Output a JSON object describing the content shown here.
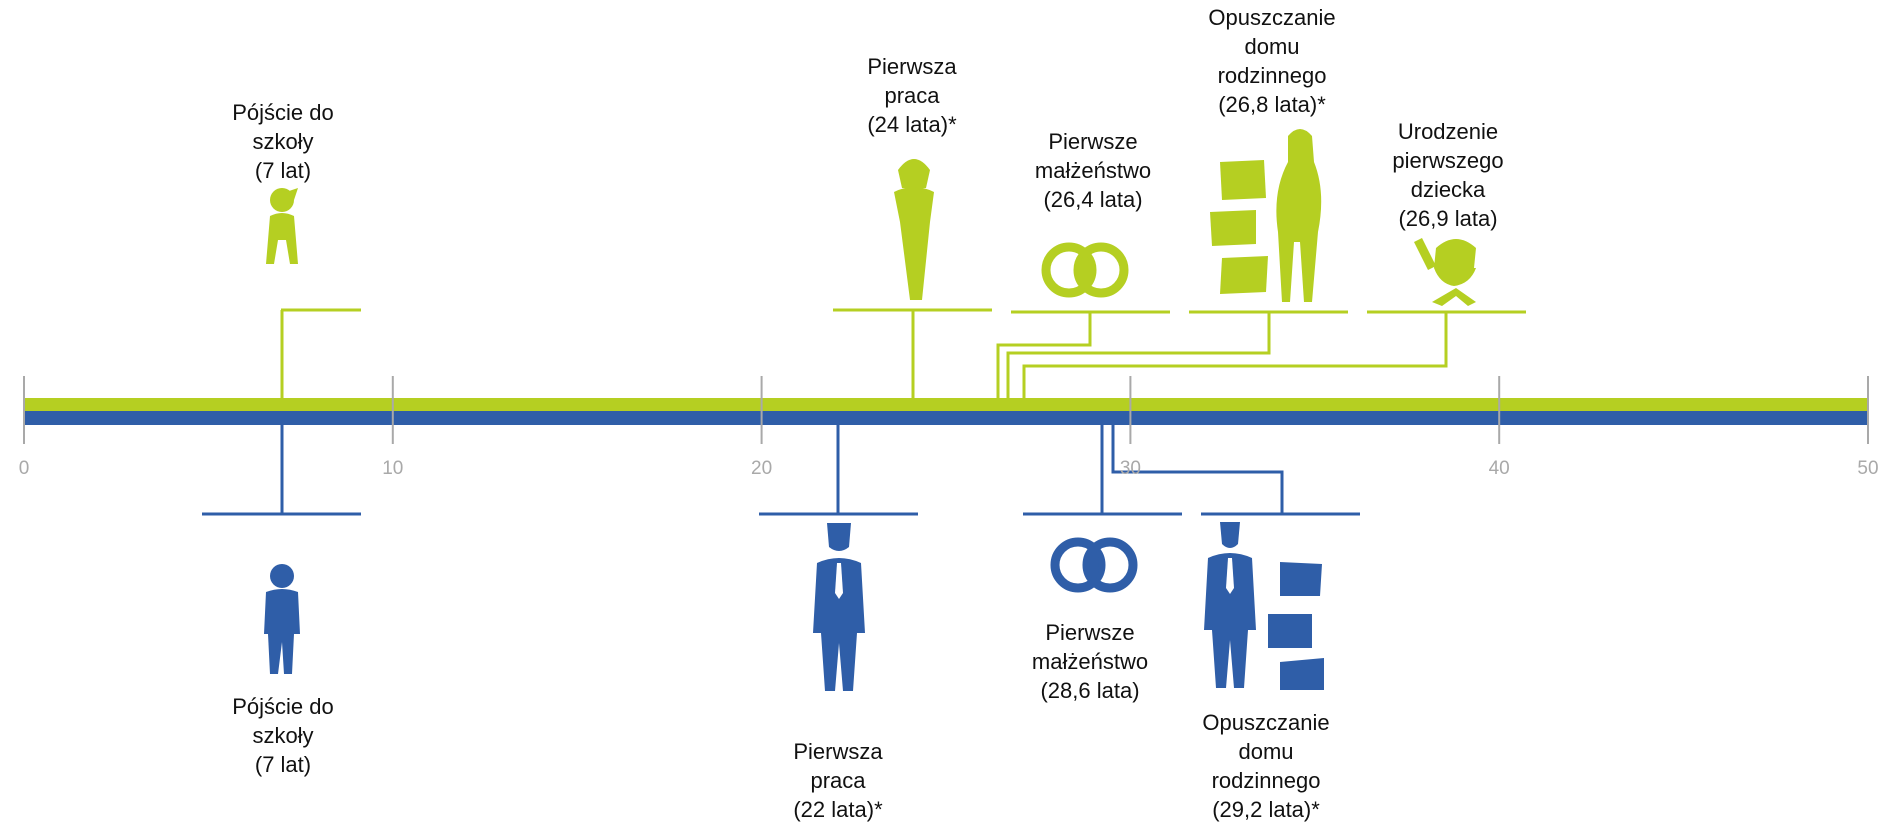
{
  "colors": {
    "women": "#b5cf22",
    "men": "#2f5ea8",
    "ticks": "#a9a9a9",
    "text": "#111111"
  },
  "axis": {
    "min": 0,
    "max": 50,
    "ticks": [
      "0",
      "10",
      "20",
      "30",
      "40",
      "50"
    ]
  },
  "women_events": [
    {
      "text": "Pójście do\nszkoły\n(7 lat)",
      "icon": "girl-icon",
      "age": 7
    },
    {
      "text": "Pierwsza\npraca\n(24 lata)*",
      "icon": "woman-icon",
      "age": 24
    },
    {
      "text": "Pierwsze\nmałżeństwo\n(26,4 lata)",
      "icon": "wedding-rings-icon",
      "age": 26.4
    },
    {
      "text": "Opuszczanie\ndomu\nrodzinnego\n(26,8 lata)*",
      "icon": "woman-with-boxes-icon",
      "age": 26.8
    },
    {
      "text": "Urodzenie\npierwszego\ndziecka\n(26,9 lata)",
      "icon": "baby-stroller-icon",
      "age": 26.9
    }
  ],
  "men_events": [
    {
      "text": "Pójście do\nszkoły\n(7 lat)",
      "icon": "boy-icon",
      "age": 7
    },
    {
      "text": "Pierwsza\npraca\n(22 lata)*",
      "icon": "man-in-suit-icon",
      "age": 22
    },
    {
      "text": "Pierwsze\nmałżeństwo\n(28,6 lata)",
      "icon": "wedding-rings-icon",
      "age": 28.6
    },
    {
      "text": "Opuszczanie\ndomu\nrodzinnego\n(29,2 lata)*",
      "icon": "man-with-boxes-icon",
      "age": 29.2
    }
  ]
}
